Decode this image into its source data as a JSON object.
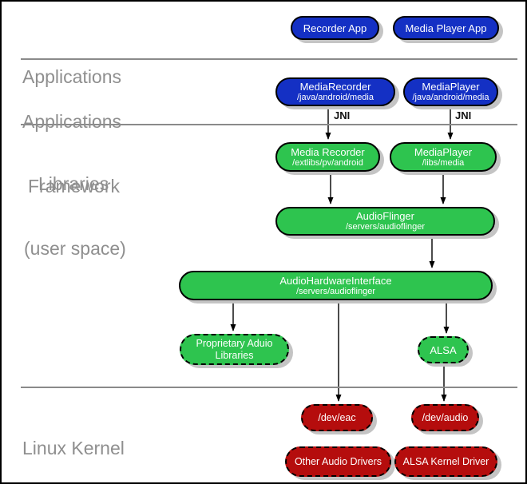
{
  "layers": {
    "applications": {
      "label": "Applications"
    },
    "applications_framework": {
      "line1": "Applications",
      "line2": "Framework"
    },
    "libraries": {
      "line1": "Libraries",
      "line2": "(user space)"
    },
    "linux_kernel": {
      "label": "Linux Kernel"
    }
  },
  "nodes": {
    "recorder_app": {
      "title": "Recorder App"
    },
    "media_player_app": {
      "title": "Media Player App"
    },
    "media_recorder_framework": {
      "title": "MediaRecorder",
      "subtitle": "/java/android/media"
    },
    "media_player_framework": {
      "title": "MediaPlayer",
      "subtitle": "/java/android/media"
    },
    "media_recorder_lib": {
      "title": "Media Recorder",
      "subtitle": "/extlibs/pv/android"
    },
    "media_player_lib": {
      "title": "MediaPlayer",
      "subtitle": "/libs/media"
    },
    "audio_flinger": {
      "title": "AudioFlinger",
      "subtitle": "/servers/audioflinger"
    },
    "audio_hardware_interface": {
      "title": "AudioHardwareInterface",
      "subtitle": "/servers/audioflinger"
    },
    "proprietary_audio_libraries": {
      "title": "Proprietary Aduio",
      "subtitle": "Libraries"
    },
    "alsa": {
      "title": "ALSA"
    },
    "dev_eac": {
      "title": "/dev/eac"
    },
    "dev_audio": {
      "title": "/dev/audio"
    },
    "other_audio_drivers": {
      "title": "Other Audio Drivers"
    },
    "alsa_kernel_driver": {
      "title": "ALSA Kernel Driver"
    }
  },
  "edges": [
    {
      "from": "media_recorder_framework",
      "to": "media_recorder_lib",
      "label": "JNI"
    },
    {
      "from": "media_player_framework",
      "to": "media_player_lib",
      "label": "JNI"
    },
    {
      "from": "media_recorder_lib",
      "to": "audio_flinger",
      "label": ""
    },
    {
      "from": "media_player_lib",
      "to": "audio_flinger",
      "label": ""
    },
    {
      "from": "audio_flinger",
      "to": "audio_hardware_interface",
      "label": ""
    },
    {
      "from": "audio_hardware_interface",
      "to": "proprietary_audio_libraries",
      "label": ""
    },
    {
      "from": "audio_hardware_interface",
      "to": "dev_eac",
      "label": ""
    },
    {
      "from": "audio_hardware_interface",
      "to": "alsa",
      "label": ""
    },
    {
      "from": "alsa",
      "to": "dev_audio",
      "label": ""
    }
  ],
  "colors": {
    "app_blue": "#1430c4",
    "lib_green": "#2ec44f",
    "kernel_red": "#b50d0d",
    "layer_gray": "#8f8f8f",
    "divider_gray": "#8a8a8a",
    "shadow_gray": "#c4c4c4"
  }
}
